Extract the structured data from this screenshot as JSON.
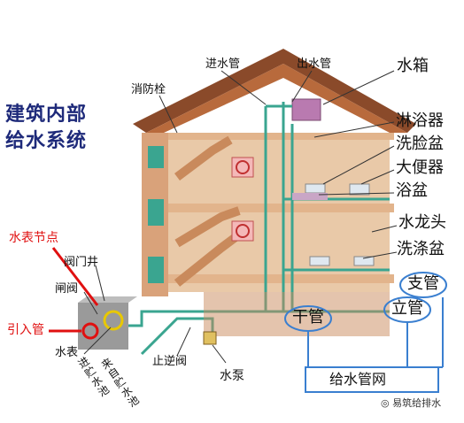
{
  "title": {
    "line1": "建筑内部",
    "line2": "给水系统"
  },
  "labels": {
    "inlet_pipe": "进水管",
    "outlet_pipe": "出水管",
    "water_tank": "水箱",
    "fire_hydrant": "消防栓",
    "shower": "淋浴器",
    "washbasin": "洗脸盆",
    "toilet": "大便器",
    "bathtub": "浴盆",
    "faucet": "水龙头",
    "sink": "洗涤盆",
    "branch_pipe": "支管",
    "riser_pipe": "立管",
    "main_pipe": "干管",
    "meter_node": "水表节点",
    "valve_well": "阀门井",
    "gate_valve": "闸阀",
    "service_pipe": "引入管",
    "water_meter": "水表",
    "to_storage": "进贮水池",
    "from_storage": "来自贮水池",
    "check_valve": "止逆阀",
    "pump": "水泵",
    "network": "给水管网"
  },
  "watermark": "易筑给排水",
  "colors": {
    "title": "#1e2a7a",
    "pipe": "#3aa590",
    "roof": "#8a4a2a",
    "wall": "#d9a27a",
    "floor": "#e2b48c",
    "red_callout": "#e01010",
    "blue_callout": "#3a7fd0"
  }
}
